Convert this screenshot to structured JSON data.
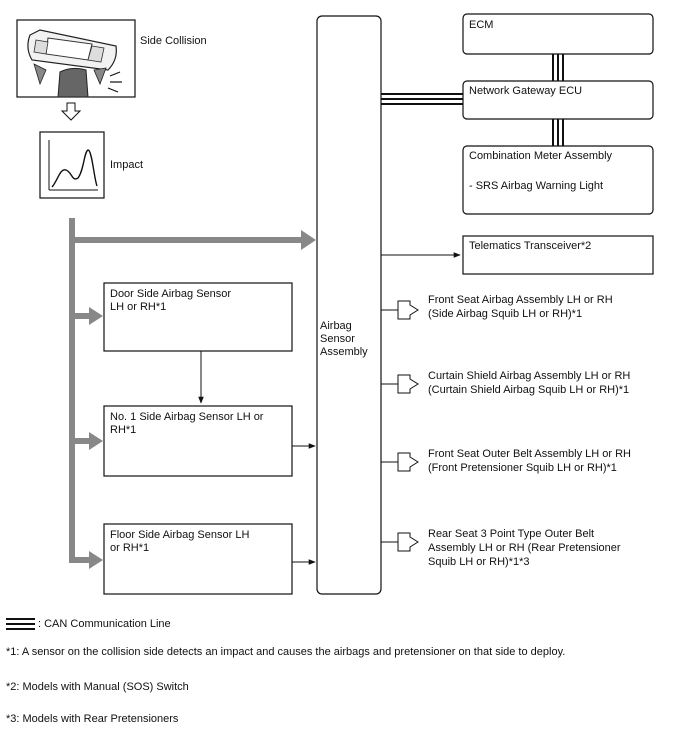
{
  "inputs": {
    "side_collision": "Side Collision",
    "impact": "Impact"
  },
  "sensors": {
    "door_side": [
      "Door Side Airbag Sensor",
      "LH or RH*1"
    ],
    "no1_side": [
      "No. 1 Side Airbag Sensor LH or",
      "RH*1"
    ],
    "floor_side": [
      "Floor Side Airbag Sensor LH",
      "or RH*1"
    ]
  },
  "airbag_sensor_assembly": [
    "Airbag",
    "Sensor",
    "Assembly"
  ],
  "network": {
    "ecm": "ECM",
    "gateway": "Network Gateway ECU",
    "meter": [
      "Combination Meter Assembly",
      "- SRS Airbag Warning Light"
    ],
    "telematics": "Telematics Transceiver*2"
  },
  "outputs": [
    [
      "Front Seat Airbag Assembly LH or RH",
      "(Side Airbag Squib LH or RH)*1"
    ],
    [
      "Curtain Shield Airbag Assembly LH or RH",
      "(Curtain Shield Airbag Squib LH or RH)*1"
    ],
    [
      "Front Seat Outer Belt Assembly LH or RH",
      "(Front Pretensioner Squib LH or RH)*1"
    ],
    [
      "Rear Seat 3 Point Type Outer Belt",
      "Assembly LH or RH (Rear Pretensioner",
      "Squib LH or RH)*1*3"
    ]
  ],
  "legend": {
    "can_line": ": CAN Communication Line"
  },
  "notes": [
    "*1: A sensor on the collision side detects an impact and causes the airbags and pretensioner on that side to deploy.",
    "*2: Models with Manual (SOS) Switch",
    "*3: Models with Rear Pretensioners"
  ]
}
